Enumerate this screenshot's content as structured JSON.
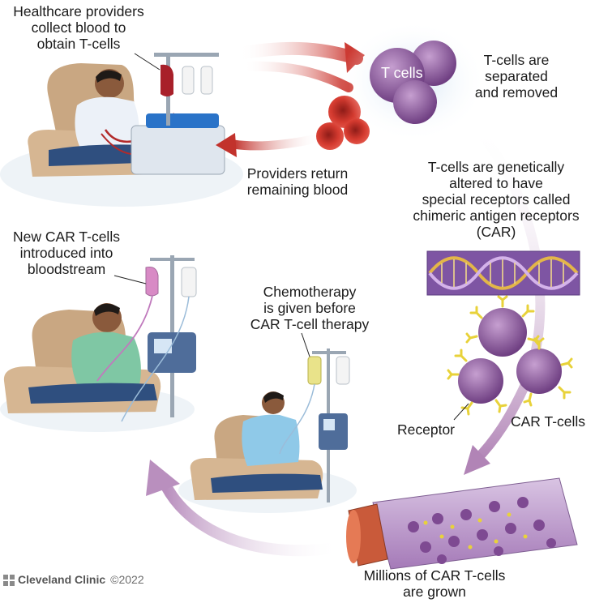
{
  "steps": {
    "collect": "Healthcare providers\ncollect blood to\nobtain T-cells",
    "separate": "T-cells are\nseparated\nand removed",
    "return": "Providers return\nremaining blood",
    "alter": "T-cells are genetically\naltered to have\nspecial receptors called\nchimeric antigen receptors\n(CAR)",
    "grow": "Millions of CAR T-cells\nare grown",
    "chemo": "Chemotherapy\nis given before\nCAR T-cell therapy",
    "introduce": "New CAR T-cells\nintroduced into\nbloodstream"
  },
  "labels": {
    "t_cells": "T cells",
    "receptor": "Receptor",
    "car_t_cells": "CAR T-cells"
  },
  "credit": {
    "brand": "Cleveland Clinic",
    "year": "©2022"
  },
  "colors": {
    "flow_arrow": "#c7a3c9",
    "blood_arrow": "#c9302c",
    "t_cell": "#9a6aa8",
    "receptor": "#e8d23a",
    "red_blood_cell": "#d3382e"
  }
}
